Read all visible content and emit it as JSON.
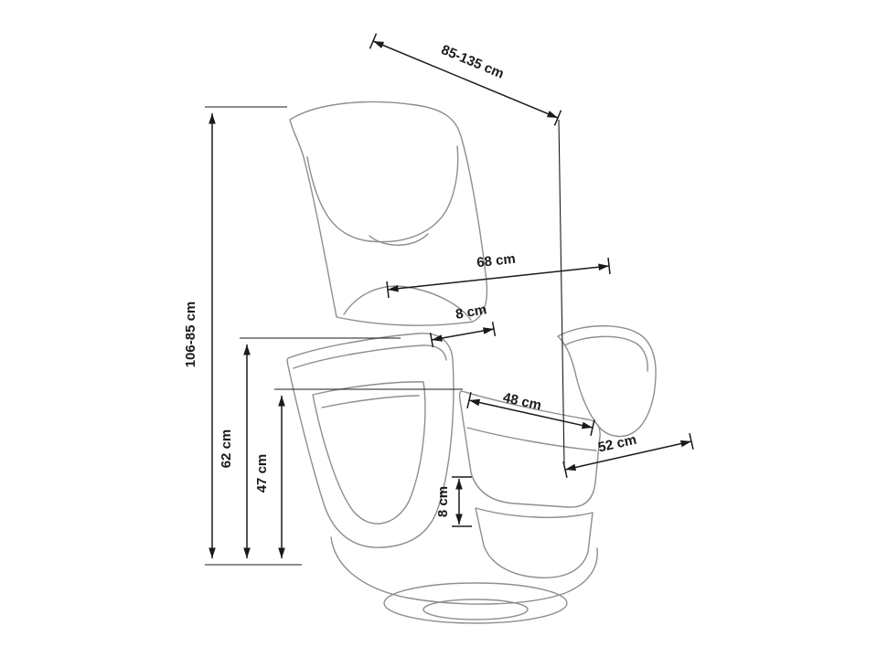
{
  "dims": {
    "reach": "85-135 cm",
    "total_height": "106-85 cm",
    "back_width": "68 cm",
    "armrest_top_width": "8 cm",
    "armrest_height": "62 cm",
    "seat_height": "47 cm",
    "seat_width": "48 cm",
    "seat_depth": "52 cm",
    "footrest_thickness": "8 cm"
  },
  "colors": {
    "dimension_lines": "#1a1a1a",
    "chair_lines": "#8e8e8e",
    "background": "#ffffff"
  }
}
